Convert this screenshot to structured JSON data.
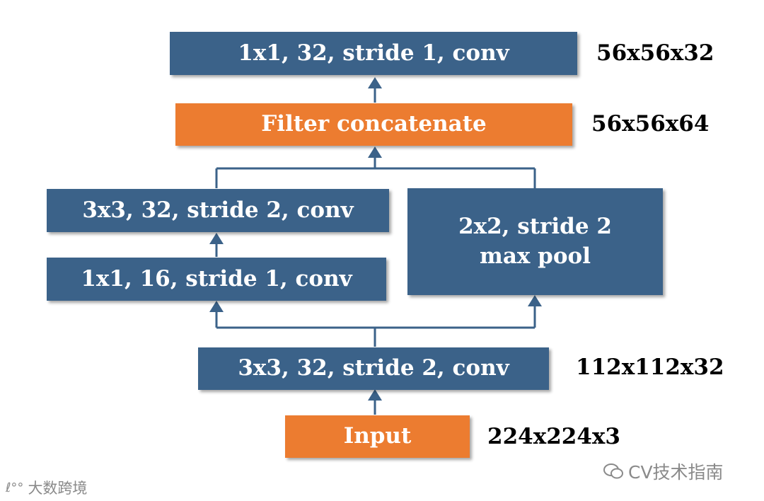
{
  "diagram": {
    "colors": {
      "conv_block": "#3b6289",
      "io_block": "#ec7c30",
      "connector": "#3b6289"
    },
    "blocks": {
      "top_conv": "1x1, 32, stride 1, conv",
      "concat": "Filter concatenate",
      "left_conv_3x3": "3x3, 32, stride 2, conv",
      "left_conv_1x1": "1x1, 16, stride 1, conv",
      "maxpool_line1": "2x2, stride 2",
      "maxpool_line2": "max pool",
      "stem_conv": "3x3, 32, stride 2, conv",
      "input": "Input"
    },
    "dims": {
      "top_conv": "56x56x32",
      "concat": "56x56x64",
      "stem_conv": "112x112x32",
      "input": "224x224x3"
    }
  },
  "watermarks": {
    "left": "大数跨境",
    "right": "CV技术指南"
  }
}
